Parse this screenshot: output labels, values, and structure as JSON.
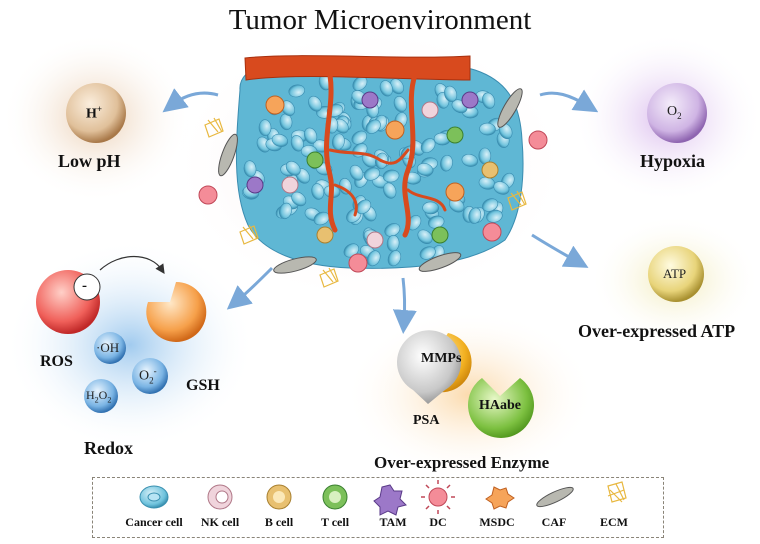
{
  "title": "Tumor Microenvironment",
  "low_ph": {
    "symbol": "H",
    "sup": "+",
    "label": "Low pH"
  },
  "hypoxia": {
    "symbol": "O",
    "sub": "2",
    "label": "Hypoxia"
  },
  "atp": {
    "symbol": "ATP",
    "label": "Over-expressed ATP"
  },
  "redox": {
    "label": "Redox",
    "ros": "ROS",
    "gsh": "GSH",
    "minus": "-",
    "oh": "·OH",
    "o2": "O",
    "o2_sub": "2",
    "o2_sup": "-",
    "h2o2_a": "H",
    "h2o2_b": "2",
    "h2o2_c": "O",
    "h2o2_d": "2"
  },
  "enzyme": {
    "label": "Over-expressed Enzyme",
    "mmps": "MMPs",
    "psa": "PSA",
    "haabe": "HAabe"
  },
  "legend": [
    "Cancer cell",
    "NK cell",
    "B cell",
    "T cell",
    "TAM",
    "DC",
    "MSDC",
    "CAF",
    "ECM"
  ],
  "colors": {
    "cancer": "#6fc3dd",
    "hplus": "#c8a070",
    "o2": "#a878c8",
    "atp": "#c8b040",
    "mmps": "#f2b020",
    "psa": "#b8b8b8",
    "haabe": "#7cc040",
    "vessel": "#d84a1e"
  }
}
